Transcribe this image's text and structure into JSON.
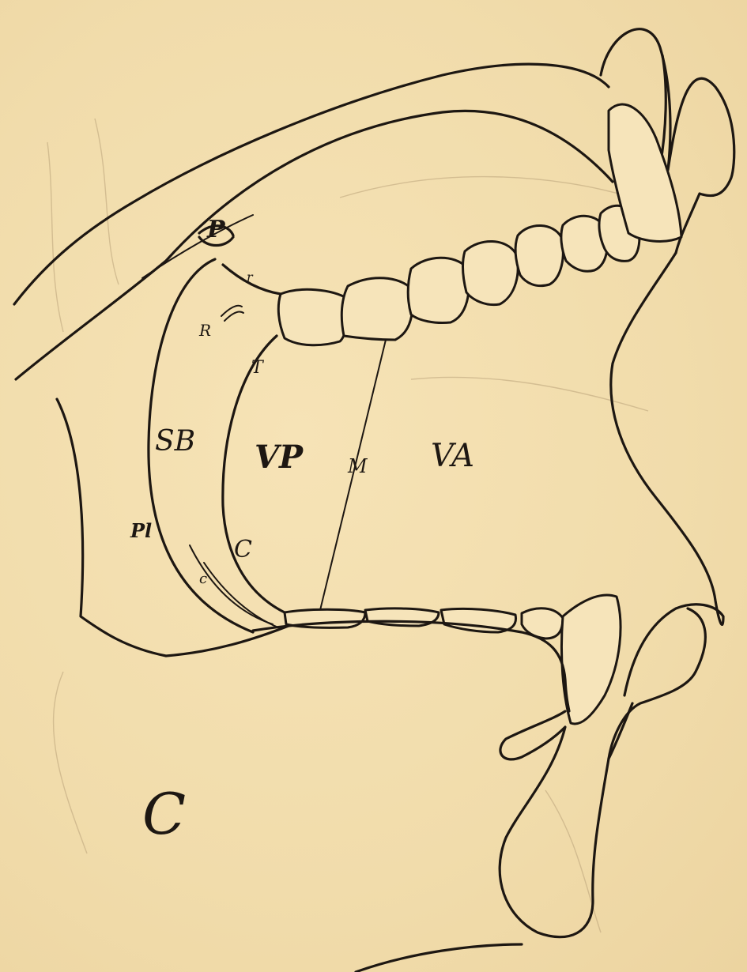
{
  "labels": {
    "sb": "SB",
    "vp": "VP",
    "va": "VA",
    "m": "M",
    "t": "T",
    "c_upper": "C",
    "c_lower": "c",
    "pl": "Pl",
    "p": "P",
    "r": "R",
    "small_r": "r",
    "big_c": "C"
  },
  "colors": {
    "paper": "#f3dfb1",
    "ink": "#1d1712"
  }
}
